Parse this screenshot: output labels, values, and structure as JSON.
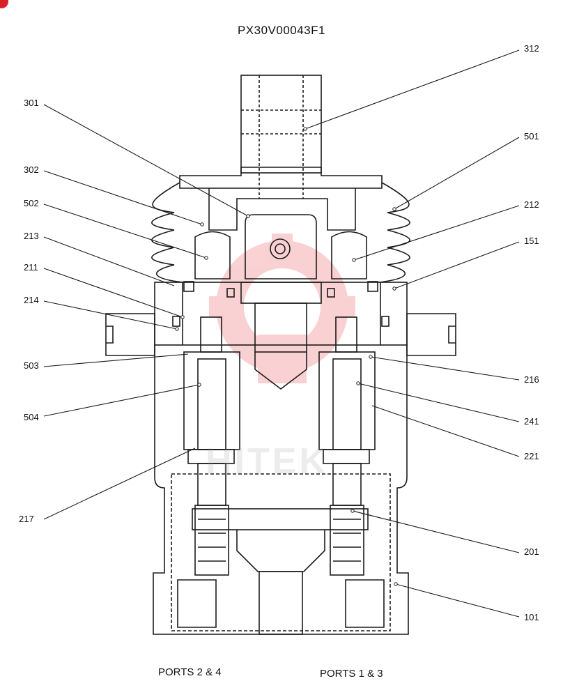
{
  "title": "PX30V00043F1",
  "callouts": {
    "c312": "312",
    "c301": "301",
    "c501": "501",
    "c302": "302",
    "c212": "212",
    "c502": "502",
    "c151": "151",
    "c213": "213",
    "c211": "211",
    "c214": "214",
    "c503": "503",
    "c216": "216",
    "c504": "504",
    "c241": "241",
    "c221": "221",
    "c217": "217",
    "c201": "201",
    "c101": "101"
  },
  "ports": {
    "left": "PORTS 2 & 4",
    "right": "PORTS 1 & 3"
  },
  "watermark": "HITEK",
  "colors": {
    "line": "#1a1a1a",
    "watermark_red": "#e8323c"
  }
}
